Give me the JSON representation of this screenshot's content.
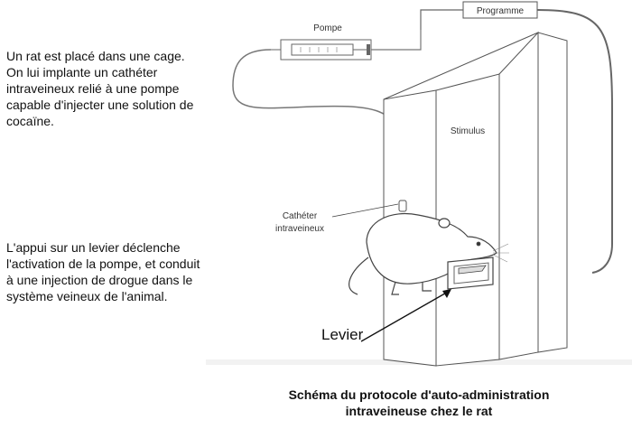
{
  "left_text": {
    "paragraph_1": "Un rat est placé dans une cage. On lui implante un cathéter intraveineux relié à une pompe capable d'injecter une solution de cocaïne.",
    "paragraph_2": "L'appui sur un levier déclenche l'activation de la pompe, et conduit à une injection de drogue dans le système veineux de l'animal."
  },
  "diagram": {
    "labels": {
      "programme": "Programme",
      "pompe": "Pompe",
      "stimulus": "Stimulus",
      "catheter_line1": "Cathéter",
      "catheter_line2": "intraveineux",
      "levier": "Levier"
    }
  },
  "caption": {
    "line1": "Schéma du protocole d'auto-administration",
    "line2": "intraveineuse chez le rat"
  }
}
